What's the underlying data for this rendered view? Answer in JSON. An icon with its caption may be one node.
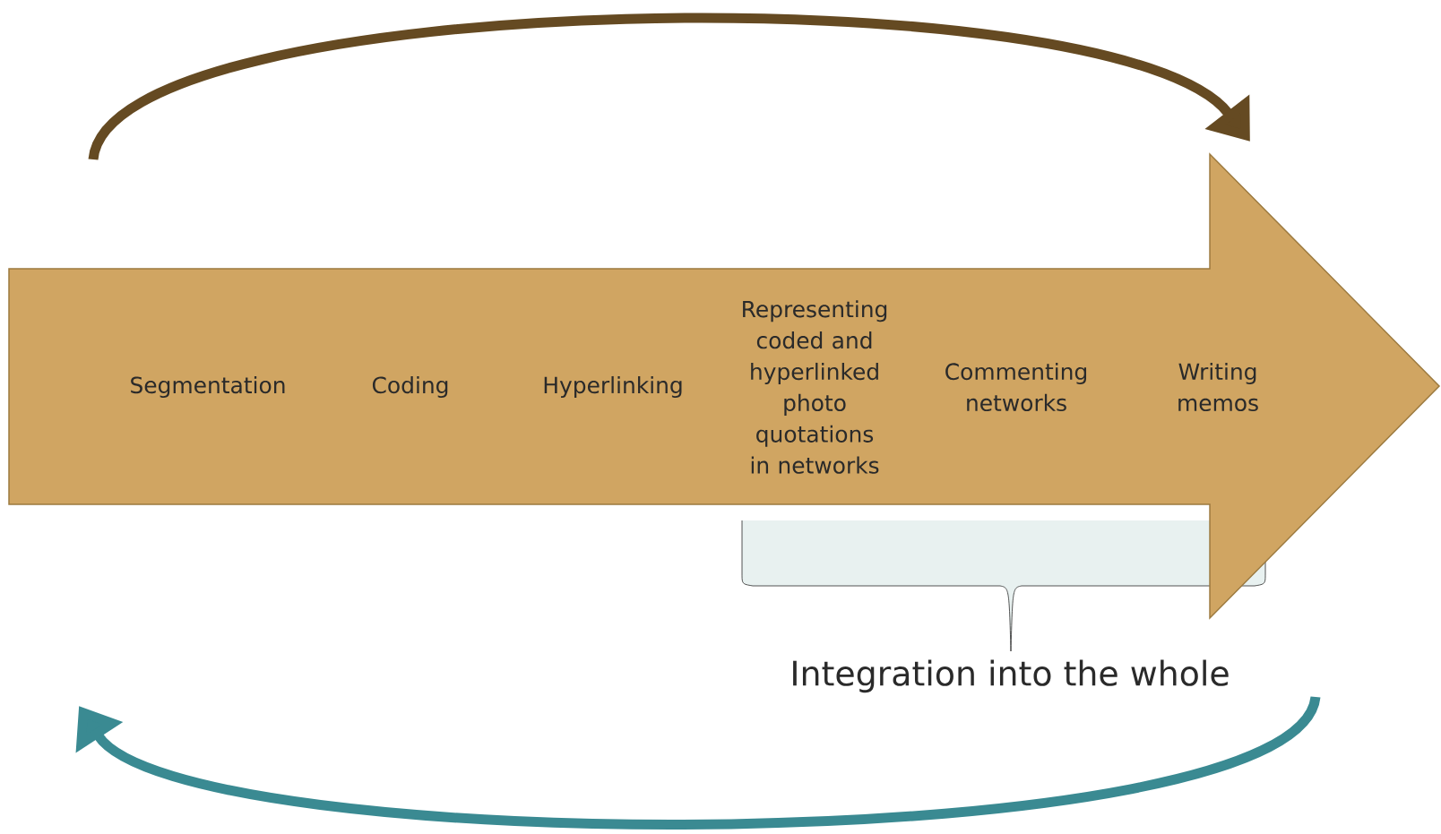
{
  "diagram": {
    "nodes": [
      {
        "text": [
          "Segmentation",
          "Coding",
          "Hyperlinking",
          "Representing coded and hyperlinked photo quotations in networks",
          "Commenting networks",
          "Writing memos"
        ]
      },
      {
        "text": [
          "Integration into the whole"
        ]
      }
    ]
  }
}
